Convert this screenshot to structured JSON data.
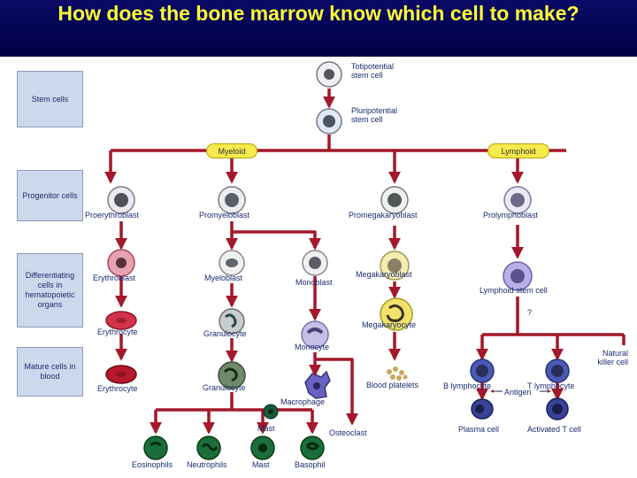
{
  "title": "How does the  bone marrow know which cell to make?",
  "stages": {
    "stem": "Stem cells",
    "progenitor": "Progenitor cells",
    "differentiating": "Differentiating cells in hematopoietic organs",
    "mature": "Mature cells in blood"
  },
  "lineages": {
    "myeloid": "Myeloid",
    "lymphoid": "Lymphoid"
  },
  "cells": {
    "totipotential": "Totipotential stem cell",
    "pluripotential": "Pluripotential stem cell",
    "proerythroblast": "Proerythroblast",
    "promyeloblast": "Promyeloblast",
    "promegakaryoblast": "Promegakaryoblast",
    "prolymphoblast": "Prolymphoblast",
    "erythroblast": "Erythroblast",
    "myeloblast": "Myeloblast",
    "monoblast": "Monoblast",
    "megakaryoblast": "Megakaryoblast",
    "lymphoid_stem": "Lymphoid stem cell",
    "erythrocyte_diff": "Erythrocyte",
    "granulocyte_diff": "Granulocyte",
    "megakaryocyte": "Megakaryocyte",
    "monocyte": "Monocyte",
    "unknown": "?",
    "erythrocyte": "Erythrocyte",
    "granulocyte": "Granulocyte",
    "macrophage": "Macrophage",
    "blood_platelets": "Blood platelets",
    "natural_killer": "Natural killer cell",
    "b_lymphocyte": "B lymphocyte",
    "t_lymphocyte": "T lymphocyte",
    "antigen": "Antigen",
    "mast_upper": "Mast",
    "osteoclast": "Osteoclast",
    "plasma_cell": "Plasma cell",
    "activated_t": "Activated T cell",
    "eosinophils": "Eosinophils",
    "neutrophils": "Neutrophils",
    "mast": "Mast",
    "basophil": "Basophil"
  },
  "colors": {
    "header_bg": "#000055",
    "title_text": "#ffff33",
    "arrow": "#a3182a",
    "lineage_fill": "#f6ea4c",
    "stage_fill": "#cdd8ec",
    "label_text": "#1a2a6e"
  }
}
